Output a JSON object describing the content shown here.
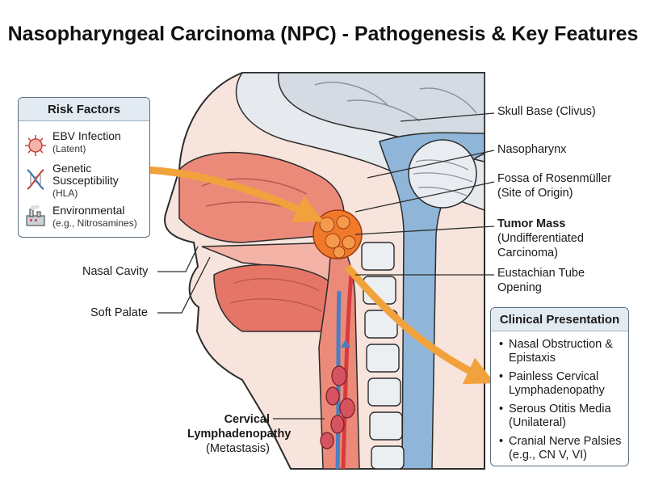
{
  "title": "Nasopharyngeal Carcinoma (NPC) - Pathogenesis & Key Features",
  "risk_factors": {
    "heading": "Risk Factors",
    "items": [
      {
        "icon": "virus-icon",
        "main": "EBV Infection",
        "sub": "(Latent)"
      },
      {
        "icon": "dna-icon",
        "main": "Genetic Susceptibility",
        "sub": "(HLA)"
      },
      {
        "icon": "factory-icon",
        "main": "Environmental",
        "sub": "(e.g., Nitrosamines)"
      }
    ]
  },
  "labels_right": {
    "skull_base": "Skull Base (Clivus)",
    "nasopharynx": "Nasopharynx",
    "fossa_line1": "Fossa of Rosenmüller",
    "fossa_line2": "(Site of Origin)",
    "tumor_line1": "Tumor Mass",
    "tumor_line2": "(Undifferentiated",
    "tumor_line3": "Carcinoma)",
    "eustachian_line1": "Eustachian Tube",
    "eustachian_line2": "Opening"
  },
  "labels_left": {
    "nasal_cavity": "Nasal Cavity",
    "soft_palate": "Soft Palate",
    "cervical_line1": "Cervical",
    "cervical_line2": "Lymphadenopathy",
    "cervical_line3": "(Metastasis)"
  },
  "clinical": {
    "heading": "Clinical Presentation",
    "items": [
      {
        "l1": "Nasal Obstruction &",
        "l2": "Epistaxis"
      },
      {
        "l1": "Painless Cervical",
        "l2": "Lymphadenopathy"
      },
      {
        "l1": "Serous Otitis Media",
        "l2": "(Unilateral)"
      },
      {
        "l1": "Cranial Nerve Palsies",
        "l2": "(e.g., CN V, VI)"
      }
    ]
  },
  "colors": {
    "arrow": "#f2a23c",
    "tissue": "#ec8a7a",
    "bone": "#e6eaee",
    "brain": "#d5dbe2",
    "spinal_cord": "#8fb6d9",
    "tumor": "#f07a2a",
    "box_border": "#5b6d7c",
    "box_header": "#e3ebf2"
  }
}
